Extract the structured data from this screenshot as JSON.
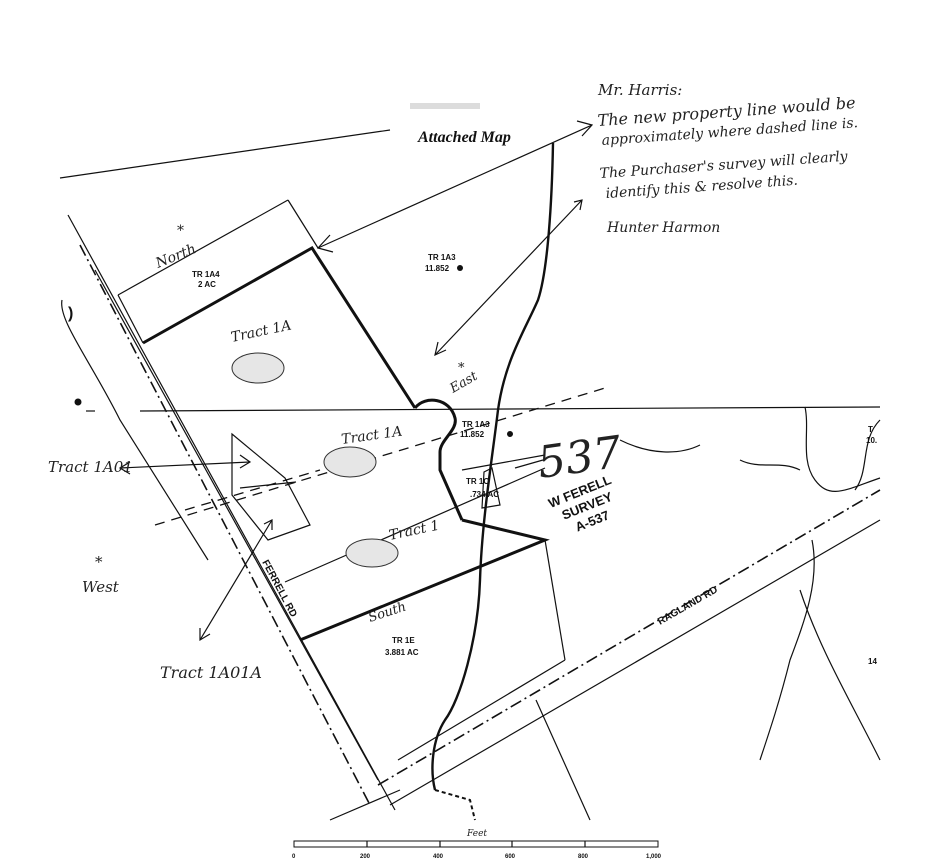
{
  "title": "Attached Map",
  "note": {
    "salutation": "Mr. Harris:",
    "lines": [
      "The new property line would be",
      "approximately where dashed line is.",
      "The Purchaser's survey will clearly",
      "identify this & resolve this."
    ],
    "signature": "Hunter Harmon"
  },
  "compass": {
    "north": "North",
    "east": "East",
    "south": "South",
    "west": "West"
  },
  "tracts": {
    "tr1a4": {
      "name": "TR 1A4",
      "area": "2 AC"
    },
    "tr1a3_top": {
      "name": "TR 1A3",
      "area": "11.852"
    },
    "tr1a3_mid": {
      "name": "TR 1A3",
      "area": "11.852"
    },
    "tr1c": {
      "name": "TR 1C",
      "area": ".734 AC"
    },
    "tr1e": {
      "name": "TR 1E",
      "area": "3.881 AC"
    }
  },
  "handwritten_labels": {
    "tract_1a_top": "Tract 1A",
    "tract_1a_mid": "Tract 1A",
    "tract_1": "Tract 1",
    "tract_1a01": "Tract 1A01",
    "tract_1a01a": "Tract 1A01A",
    "number_537": "537"
  },
  "survey": {
    "line1": "W FERELL",
    "line2": "SURVEY",
    "line3": "A-537"
  },
  "roads": {
    "ferrell": "FERRELL RD",
    "ragland": "RAGLAND RD"
  },
  "edge_labels": {
    "right_top": "T",
    "right_top2": "10.",
    "right_mid": "14"
  },
  "scale": {
    "unit": "Feet",
    "ticks": [
      "0",
      "200",
      "400",
      "600",
      "800",
      "1,000"
    ]
  }
}
